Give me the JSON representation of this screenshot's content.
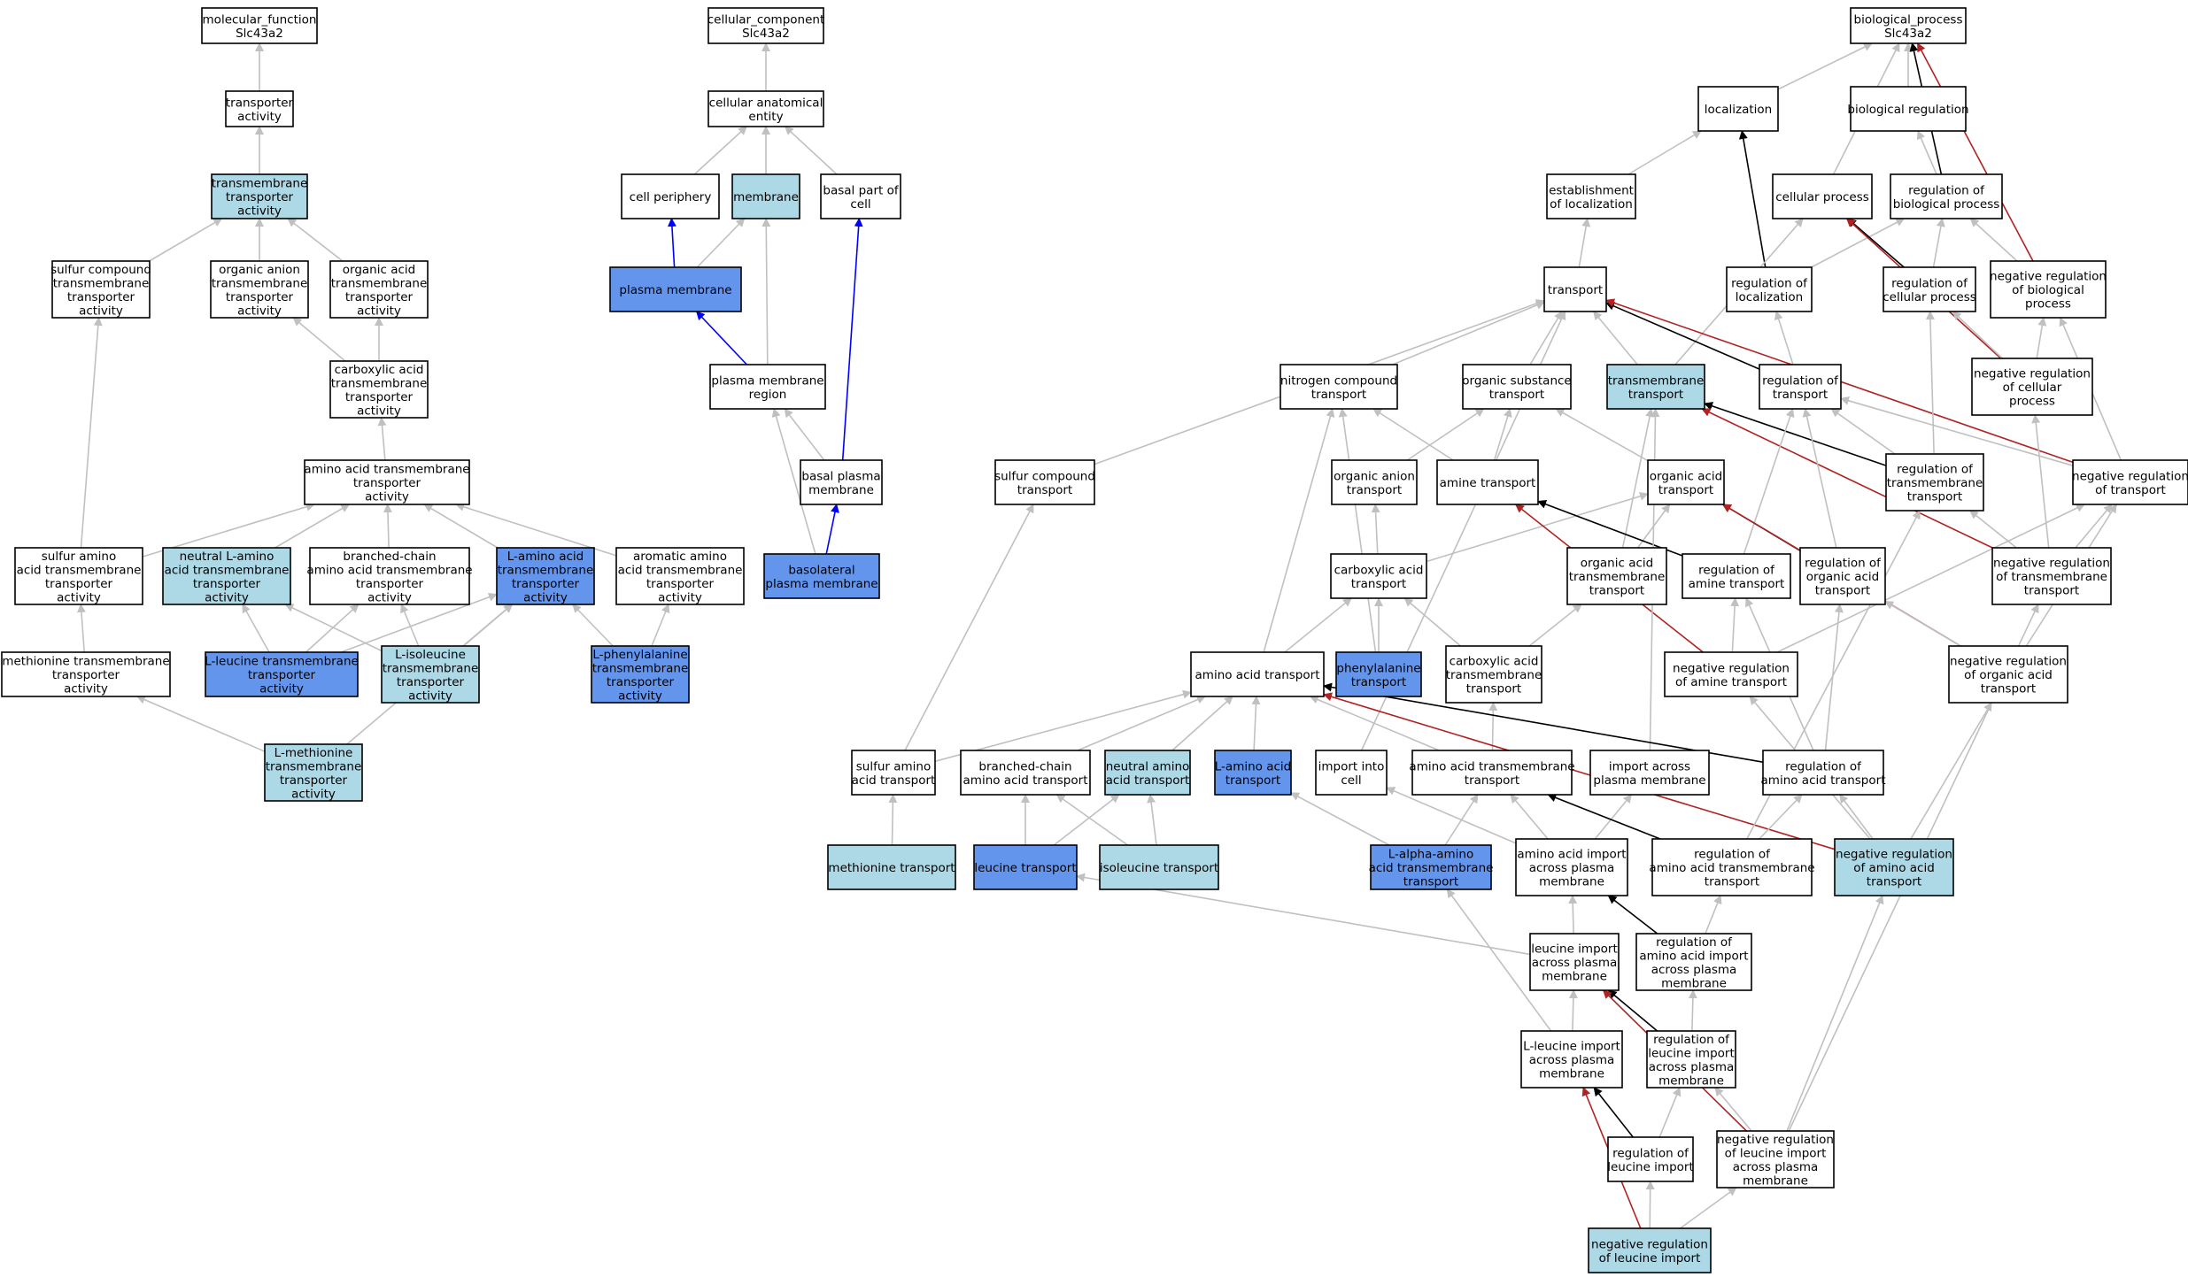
{
  "colors": {
    "plain": "#ffffff",
    "light": "#add8e6",
    "dark": "#6495ed",
    "grey": "#c0c0c0",
    "black": "#000000",
    "red": "#b22222",
    "blue": "#0000ff"
  },
  "nodes": [
    {
      "id": "mf",
      "lines": [
        "molecular_function",
        "Slc43a2"
      ],
      "fill": "plain"
    },
    {
      "id": "ta",
      "lines": [
        "transporter",
        "activity"
      ],
      "fill": "plain"
    },
    {
      "id": "tmta",
      "lines": [
        "transmembrane",
        "transporter",
        "activity"
      ],
      "fill": "light"
    },
    {
      "id": "sctta",
      "lines": [
        "sulfur compound",
        "transmembrane",
        "transporter",
        "activity"
      ],
      "fill": "plain"
    },
    {
      "id": "oatta",
      "lines": [
        "organic anion",
        "transmembrane",
        "transporter",
        "activity"
      ],
      "fill": "plain"
    },
    {
      "id": "oacta",
      "lines": [
        "organic acid",
        "transmembrane",
        "transporter",
        "activity"
      ],
      "fill": "plain"
    },
    {
      "id": "cxta",
      "lines": [
        "carboxylic acid",
        "transmembrane",
        "transporter",
        "activity"
      ],
      "fill": "plain"
    },
    {
      "id": "aata",
      "lines": [
        "amino acid transmembrane",
        "transporter",
        "activity"
      ],
      "fill": "plain"
    },
    {
      "id": "saata",
      "lines": [
        "sulfur amino",
        "acid transmembrane",
        "transporter",
        "activity"
      ],
      "fill": "plain"
    },
    {
      "id": "nlaa",
      "lines": [
        "neutral L-amino",
        "acid transmembrane",
        "transporter",
        "activity"
      ],
      "fill": "light"
    },
    {
      "id": "bcaa",
      "lines": [
        "branched-chain",
        "amino acid transmembrane",
        "transporter",
        "activity"
      ],
      "fill": "plain"
    },
    {
      "id": "laa",
      "lines": [
        "L-amino acid",
        "transmembrane",
        "transporter",
        "activity"
      ],
      "fill": "dark"
    },
    {
      "id": "araa",
      "lines": [
        "aromatic amino",
        "acid transmembrane",
        "transporter",
        "activity"
      ],
      "fill": "plain"
    },
    {
      "id": "meta",
      "lines": [
        "methionine transmembrane",
        "transporter",
        "activity"
      ],
      "fill": "plain"
    },
    {
      "id": "lleu",
      "lines": [
        "L-leucine transmembrane",
        "transporter",
        "activity"
      ],
      "fill": "dark"
    },
    {
      "id": "lile",
      "lines": [
        "L-isoleucine",
        "transmembrane",
        "transporter",
        "activity"
      ],
      "fill": "light"
    },
    {
      "id": "lphe",
      "lines": [
        "L-phenylalanine",
        "transmembrane",
        "transporter",
        "activity"
      ],
      "fill": "dark"
    },
    {
      "id": "lmet",
      "lines": [
        "L-methionine",
        "transmembrane",
        "transporter",
        "activity"
      ],
      "fill": "light"
    },
    {
      "id": "cc",
      "lines": [
        "cellular_component",
        "Slc43a2"
      ],
      "fill": "plain"
    },
    {
      "id": "cae",
      "lines": [
        "cellular anatomical",
        "entity"
      ],
      "fill": "plain"
    },
    {
      "id": "cp",
      "lines": [
        "cell periphery"
      ],
      "fill": "plain"
    },
    {
      "id": "mem",
      "lines": [
        "membrane"
      ],
      "fill": "light"
    },
    {
      "id": "bpc",
      "lines": [
        "basal part of",
        "cell"
      ],
      "fill": "plain"
    },
    {
      "id": "pm",
      "lines": [
        "plasma membrane"
      ],
      "fill": "dark"
    },
    {
      "id": "pmr",
      "lines": [
        "plasma membrane",
        "region"
      ],
      "fill": "plain"
    },
    {
      "id": "bpm",
      "lines": [
        "basal plasma",
        "membrane"
      ],
      "fill": "plain"
    },
    {
      "id": "blpm",
      "lines": [
        "basolateral",
        "plasma membrane"
      ],
      "fill": "dark"
    },
    {
      "id": "bp",
      "lines": [
        "biological_process",
        "Slc43a2"
      ],
      "fill": "plain"
    },
    {
      "id": "loc",
      "lines": [
        "localization"
      ],
      "fill": "plain"
    },
    {
      "id": "breg",
      "lines": [
        "biological regulation"
      ],
      "fill": "plain"
    },
    {
      "id": "estloc",
      "lines": [
        "establishment",
        "of localization"
      ],
      "fill": "plain"
    },
    {
      "id": "cproc",
      "lines": [
        "cellular process"
      ],
      "fill": "plain"
    },
    {
      "id": "rbp",
      "lines": [
        "regulation of",
        "biological process"
      ],
      "fill": "plain"
    },
    {
      "id": "transport",
      "lines": [
        "transport"
      ],
      "fill": "plain"
    },
    {
      "id": "rloc",
      "lines": [
        "regulation of",
        "localization"
      ],
      "fill": "plain"
    },
    {
      "id": "rcp",
      "lines": [
        "regulation of",
        "cellular process"
      ],
      "fill": "plain"
    },
    {
      "id": "nrbp",
      "lines": [
        "negative regulation",
        "of biological",
        "process"
      ],
      "fill": "plain"
    },
    {
      "id": "nct",
      "lines": [
        "nitrogen compound",
        "transport"
      ],
      "fill": "plain"
    },
    {
      "id": "ost",
      "lines": [
        "organic substance",
        "transport"
      ],
      "fill": "plain"
    },
    {
      "id": "tmt",
      "lines": [
        "transmembrane",
        "transport"
      ],
      "fill": "light"
    },
    {
      "id": "rt",
      "lines": [
        "regulation of",
        "transport"
      ],
      "fill": "plain"
    },
    {
      "id": "nrcp",
      "lines": [
        "negative regulation",
        "of cellular",
        "process"
      ],
      "fill": "plain"
    },
    {
      "id": "sct",
      "lines": [
        "sulfur compound",
        "transport"
      ],
      "fill": "plain"
    },
    {
      "id": "oant",
      "lines": [
        "organic anion",
        "transport"
      ],
      "fill": "plain"
    },
    {
      "id": "amt",
      "lines": [
        "amine transport"
      ],
      "fill": "plain"
    },
    {
      "id": "oact",
      "lines": [
        "organic acid",
        "transport"
      ],
      "fill": "plain"
    },
    {
      "id": "rtmt",
      "lines": [
        "regulation of",
        "transmembrane",
        "transport"
      ],
      "fill": "plain"
    },
    {
      "id": "nrt",
      "lines": [
        "negative regulation",
        "of transport"
      ],
      "fill": "plain"
    },
    {
      "id": "cat",
      "lines": [
        "carboxylic acid",
        "transport"
      ],
      "fill": "plain"
    },
    {
      "id": "oatmt",
      "lines": [
        "organic acid",
        "transmembrane",
        "transport"
      ],
      "fill": "plain"
    },
    {
      "id": "ramt",
      "lines": [
        "regulation of",
        "amine transport"
      ],
      "fill": "plain"
    },
    {
      "id": "roat",
      "lines": [
        "regulation of",
        "organic acid",
        "transport"
      ],
      "fill": "plain"
    },
    {
      "id": "nrtmt",
      "lines": [
        "negative regulation",
        "of transmembrane",
        "transport"
      ],
      "fill": "plain"
    },
    {
      "id": "aat",
      "lines": [
        "amino acid transport"
      ],
      "fill": "plain"
    },
    {
      "id": "phet",
      "lines": [
        "phenylalanine",
        "transport"
      ],
      "fill": "dark"
    },
    {
      "id": "catmt",
      "lines": [
        "carboxylic acid",
        "transmembrane",
        "transport"
      ],
      "fill": "plain"
    },
    {
      "id": "nramt",
      "lines": [
        "negative regulation",
        "of amine transport"
      ],
      "fill": "plain"
    },
    {
      "id": "nroat",
      "lines": [
        "negative regulation",
        "of organic acid",
        "transport"
      ],
      "fill": "plain"
    },
    {
      "id": "saat",
      "lines": [
        "sulfur amino",
        "acid transport"
      ],
      "fill": "plain"
    },
    {
      "id": "bcat",
      "lines": [
        "branched-chain",
        "amino acid transport"
      ],
      "fill": "plain"
    },
    {
      "id": "nat",
      "lines": [
        "neutral amino",
        "acid transport"
      ],
      "fill": "light"
    },
    {
      "id": "lat",
      "lines": [
        "L-amino acid",
        "transport"
      ],
      "fill": "dark"
    },
    {
      "id": "iic",
      "lines": [
        "import into",
        "cell"
      ],
      "fill": "plain"
    },
    {
      "id": "aatmt",
      "lines": [
        "amino acid transmembrane",
        "transport"
      ],
      "fill": "plain"
    },
    {
      "id": "iapm",
      "lines": [
        "import across",
        "plasma membrane"
      ],
      "fill": "plain"
    },
    {
      "id": "raat",
      "lines": [
        "regulation of",
        "amino acid transport"
      ],
      "fill": "plain"
    },
    {
      "id": "mett",
      "lines": [
        "methionine transport"
      ],
      "fill": "light"
    },
    {
      "id": "leut",
      "lines": [
        "leucine transport"
      ],
      "fill": "dark"
    },
    {
      "id": "ilet",
      "lines": [
        "isoleucine transport"
      ],
      "fill": "light"
    },
    {
      "id": "laatmt",
      "lines": [
        "L-alpha-amino",
        "acid transmembrane",
        "transport"
      ],
      "fill": "dark"
    },
    {
      "id": "aaiapm",
      "lines": [
        "amino acid import",
        "across plasma",
        "membrane"
      ],
      "fill": "plain"
    },
    {
      "id": "raatmt",
      "lines": [
        "regulation of",
        "amino acid transmembrane",
        "transport"
      ],
      "fill": "plain"
    },
    {
      "id": "nraat",
      "lines": [
        "negative regulation",
        "of amino acid",
        "transport"
      ],
      "fill": "light"
    },
    {
      "id": "leui",
      "lines": [
        "leucine import",
        "across plasma",
        "membrane"
      ],
      "fill": "plain"
    },
    {
      "id": "raaiapm",
      "lines": [
        "regulation of",
        "amino acid import",
        "across plasma",
        "membrane"
      ],
      "fill": "plain"
    },
    {
      "id": "lleui",
      "lines": [
        "L-leucine import",
        "across plasma",
        "membrane"
      ],
      "fill": "plain"
    },
    {
      "id": "rleuiapm",
      "lines": [
        "regulation of",
        "leucine import",
        "across plasma",
        "membrane"
      ],
      "fill": "plain"
    },
    {
      "id": "rleui",
      "lines": [
        "regulation of",
        "leucine import"
      ],
      "fill": "plain"
    },
    {
      "id": "nrleuiapm",
      "lines": [
        "negative regulation",
        "of leucine import",
        "across plasma",
        "membrane"
      ],
      "fill": "plain"
    },
    {
      "id": "nrleui",
      "lines": [
        "negative regulation",
        "of leucine import"
      ],
      "fill": "light"
    }
  ],
  "edges": [
    [
      "ta",
      "mf",
      "grey"
    ],
    [
      "tmta",
      "ta",
      "grey"
    ],
    [
      "sctta",
      "tmta",
      "grey"
    ],
    [
      "oatta",
      "tmta",
      "grey"
    ],
    [
      "oacta",
      "tmta",
      "grey"
    ],
    [
      "cxta",
      "oatta",
      "grey"
    ],
    [
      "cxta",
      "oacta",
      "grey"
    ],
    [
      "aata",
      "cxta",
      "grey"
    ],
    [
      "saata",
      "sctta",
      "grey"
    ],
    [
      "saata",
      "aata",
      "grey"
    ],
    [
      "nlaa",
      "aata",
      "grey"
    ],
    [
      "bcaa",
      "aata",
      "grey"
    ],
    [
      "laa",
      "aata",
      "grey"
    ],
    [
      "araa",
      "aata",
      "grey"
    ],
    [
      "meta",
      "saata",
      "grey"
    ],
    [
      "lleu",
      "nlaa",
      "grey"
    ],
    [
      "lleu",
      "bcaa",
      "grey"
    ],
    [
      "lleu",
      "laa",
      "grey"
    ],
    [
      "lile",
      "nlaa",
      "grey"
    ],
    [
      "lile",
      "bcaa",
      "grey"
    ],
    [
      "lile",
      "laa",
      "grey"
    ],
    [
      "lphe",
      "laa",
      "grey"
    ],
    [
      "lphe",
      "araa",
      "grey"
    ],
    [
      "lmet",
      "meta",
      "grey"
    ],
    [
      "lmet",
      "laa",
      "grey"
    ],
    [
      "cae",
      "cc",
      "grey"
    ],
    [
      "cp",
      "cae",
      "grey"
    ],
    [
      "mem",
      "cae",
      "grey"
    ],
    [
      "bpc",
      "cae",
      "grey"
    ],
    [
      "pm",
      "cp",
      "blue"
    ],
    [
      "pm",
      "mem",
      "grey"
    ],
    [
      "pmr",
      "pm",
      "blue"
    ],
    [
      "pmr",
      "mem",
      "grey"
    ],
    [
      "bpm",
      "pmr",
      "grey"
    ],
    [
      "bpm",
      "bpc",
      "blue"
    ],
    [
      "blpm",
      "bpm",
      "blue"
    ],
    [
      "blpm",
      "pmr",
      "grey"
    ],
    [
      "loc",
      "bp",
      "grey"
    ],
    [
      "breg",
      "bp",
      "grey"
    ],
    [
      "cproc",
      "bp",
      "grey"
    ],
    [
      "rbp",
      "bp",
      "black"
    ],
    [
      "nrbp",
      "bp",
      "red"
    ],
    [
      "estloc",
      "loc",
      "grey"
    ],
    [
      "rloc",
      "loc",
      "black"
    ],
    [
      "rbp",
      "breg",
      "grey"
    ],
    [
      "transport",
      "estloc",
      "grey"
    ],
    [
      "rloc",
      "rbp",
      "grey"
    ],
    [
      "rcp",
      "cproc",
      "black"
    ],
    [
      "rcp",
      "rbp",
      "grey"
    ],
    [
      "nrbp",
      "rbp",
      "grey"
    ],
    [
      "nrcp",
      "cproc",
      "red"
    ],
    [
      "nrcp",
      "rcp",
      "grey"
    ],
    [
      "nrcp",
      "nrbp",
      "grey"
    ],
    [
      "tmt",
      "cproc",
      "grey"
    ],
    [
      "nct",
      "transport",
      "grey"
    ],
    [
      "ost",
      "transport",
      "grey"
    ],
    [
      "tmt",
      "transport",
      "grey"
    ],
    [
      "rt",
      "transport",
      "black"
    ],
    [
      "rt",
      "rloc",
      "grey"
    ],
    [
      "nrt",
      "transport",
      "red"
    ],
    [
      "sct",
      "transport",
      "grey"
    ],
    [
      "oant",
      "ost",
      "grey"
    ],
    [
      "amt",
      "nct",
      "grey"
    ],
    [
      "amt",
      "ost",
      "grey"
    ],
    [
      "oact",
      "ost",
      "grey"
    ],
    [
      "rtmt",
      "tmt",
      "black"
    ],
    [
      "nrtmt",
      "tmt",
      "red"
    ],
    [
      "rtmt",
      "rt",
      "grey"
    ],
    [
      "nrt",
      "rt",
      "grey"
    ],
    [
      "nrt",
      "nrbp",
      "grey"
    ],
    [
      "rtmt",
      "rcp",
      "grey"
    ],
    [
      "nrtmt",
      "nrcp",
      "grey"
    ],
    [
      "cat",
      "oant",
      "grey"
    ],
    [
      "cat",
      "oact",
      "grey"
    ],
    [
      "oatmt",
      "oact",
      "grey"
    ],
    [
      "oatmt",
      "tmt",
      "grey"
    ],
    [
      "ramt",
      "amt",
      "black"
    ],
    [
      "ramt",
      "rt",
      "grey"
    ],
    [
      "roat",
      "oact",
      "black"
    ],
    [
      "roat",
      "rt",
      "grey"
    ],
    [
      "nrtmt",
      "rtmt",
      "grey"
    ],
    [
      "nrtmt",
      "nrt",
      "grey"
    ],
    [
      "nramt",
      "amt",
      "red"
    ],
    [
      "nramt",
      "ramt",
      "grey"
    ],
    [
      "nramt",
      "nrt",
      "grey"
    ],
    [
      "nroat",
      "oact",
      "red"
    ],
    [
      "nroat",
      "roat",
      "grey"
    ],
    [
      "nroat",
      "nrt",
      "grey"
    ],
    [
      "aat",
      "cat",
      "grey"
    ],
    [
      "aat",
      "nct",
      "grey"
    ],
    [
      "phet",
      "cat",
      "grey"
    ],
    [
      "phet",
      "nct",
      "grey"
    ],
    [
      "catmt",
      "cat",
      "grey"
    ],
    [
      "catmt",
      "oatmt",
      "grey"
    ],
    [
      "saat",
      "aat",
      "grey"
    ],
    [
      "saat",
      "sct",
      "grey"
    ],
    [
      "bcat",
      "aat",
      "grey"
    ],
    [
      "nat",
      "aat",
      "grey"
    ],
    [
      "lat",
      "aat",
      "grey"
    ],
    [
      "iic",
      "transport",
      "grey"
    ],
    [
      "aatmt",
      "aat",
      "grey"
    ],
    [
      "aatmt",
      "catmt",
      "grey"
    ],
    [
      "iapm",
      "tmt",
      "grey"
    ],
    [
      "raat",
      "aat",
      "black"
    ],
    [
      "raat",
      "ramt",
      "grey"
    ],
    [
      "raat",
      "roat",
      "grey"
    ],
    [
      "nraat",
      "aat",
      "red"
    ],
    [
      "mett",
      "saat",
      "grey"
    ],
    [
      "leut",
      "bcat",
      "grey"
    ],
    [
      "leut",
      "nat",
      "grey"
    ],
    [
      "ilet",
      "bcat",
      "grey"
    ],
    [
      "ilet",
      "nat",
      "grey"
    ],
    [
      "laatmt",
      "aatmt",
      "grey"
    ],
    [
      "laatmt",
      "lat",
      "grey"
    ],
    [
      "aaiapm",
      "aatmt",
      "grey"
    ],
    [
      "aaiapm",
      "iic",
      "grey"
    ],
    [
      "aaiapm",
      "iapm",
      "grey"
    ],
    [
      "raatmt",
      "aatmt",
      "black"
    ],
    [
      "raatmt",
      "raat",
      "grey"
    ],
    [
      "raatmt",
      "rtmt",
      "grey"
    ],
    [
      "nraat",
      "raat",
      "grey"
    ],
    [
      "nraat",
      "nramt",
      "grey"
    ],
    [
      "nraat",
      "nroat",
      "grey"
    ],
    [
      "leui",
      "leut",
      "grey"
    ],
    [
      "leui",
      "aaiapm",
      "grey"
    ],
    [
      "raaiapm",
      "aaiapm",
      "black"
    ],
    [
      "raaiapm",
      "raatmt",
      "grey"
    ],
    [
      "lleui",
      "leui",
      "grey"
    ],
    [
      "lleui",
      "laatmt",
      "grey"
    ],
    [
      "rleuiapm",
      "leui",
      "black"
    ],
    [
      "rleuiapm",
      "raaiapm",
      "grey"
    ],
    [
      "nrleuiapm",
      "leui",
      "red"
    ],
    [
      "nrleuiapm",
      "rleuiapm",
      "grey"
    ],
    [
      "nrleuiapm",
      "nraat",
      "grey"
    ],
    [
      "nrleuiapm",
      "nrtmt",
      "grey"
    ],
    [
      "rleui",
      "lleui",
      "black"
    ],
    [
      "rleui",
      "rleuiapm",
      "grey"
    ],
    [
      "nrleui",
      "lleui",
      "red"
    ],
    [
      "nrleui",
      "rleui",
      "grey"
    ],
    [
      "nrleui",
      "nrleuiapm",
      "grey"
    ]
  ]
}
